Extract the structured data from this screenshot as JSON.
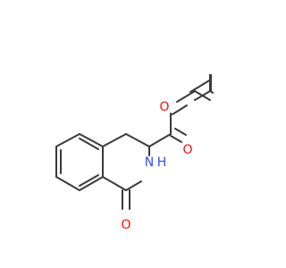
{
  "molecule": {
    "atoms": {
      "ester_o": {
        "label": "O",
        "color": "#ff0d0d"
      },
      "carbonyl_o_ester": {
        "label": "O",
        "color": "#ff0d0d"
      },
      "nh": {
        "label": "N",
        "color": "#3050f8"
      },
      "h": {
        "label": "H",
        "color": "#3050f8"
      },
      "lactam_o": {
        "label": "O",
        "color": "#ff0d0d"
      }
    },
    "bond_color": "#3a3a3a"
  }
}
